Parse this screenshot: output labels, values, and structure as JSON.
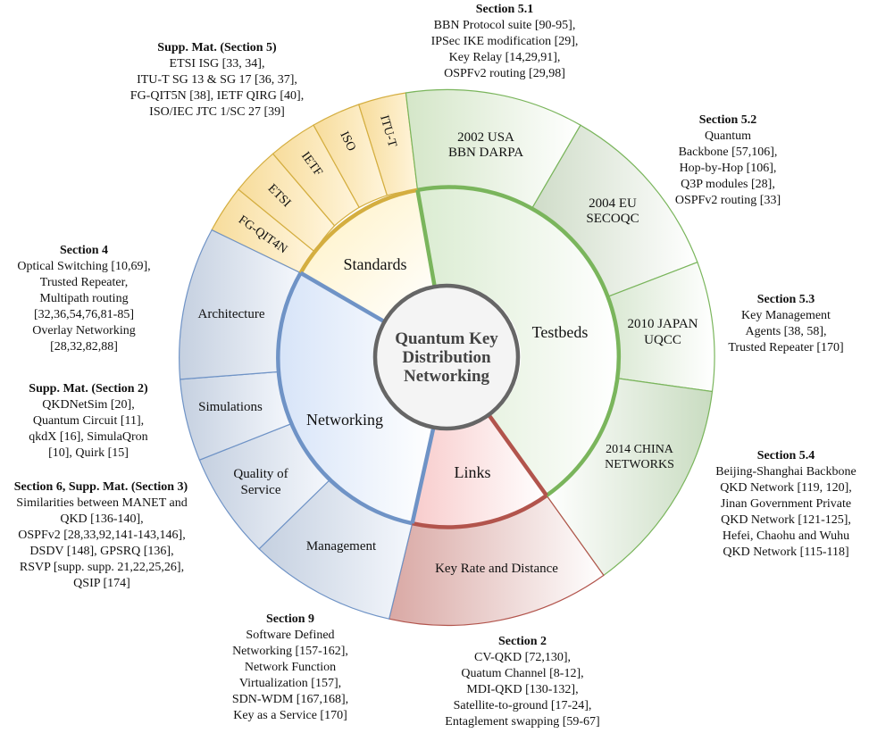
{
  "center": {
    "title_lines": [
      "Quantum Key",
      "Distribution",
      "Networking"
    ]
  },
  "categories": {
    "standards": {
      "label": "Standards",
      "color": "#d4ae40",
      "light": "#fff9db"
    },
    "testbeds": {
      "label": "Testbeds",
      "color": "#7ab55c",
      "light": "#e4f1dc"
    },
    "links": {
      "label": "Links",
      "color": "#b2544c",
      "light": "#f9d6d6"
    },
    "networking": {
      "label": "Networking",
      "color": "#6f93c6",
      "light": "#dde8f8"
    }
  },
  "segments": {
    "standards": [
      {
        "lines": [
          "FG-QIT4N"
        ]
      },
      {
        "lines": [
          "ETSI"
        ]
      },
      {
        "lines": [
          "IETF"
        ]
      },
      {
        "lines": [
          "ISO"
        ]
      },
      {
        "lines": [
          "ITU-T"
        ]
      }
    ],
    "testbeds": [
      {
        "lines": [
          "2002 USA",
          "BBN DARPA"
        ]
      },
      {
        "lines": [
          "2004 EU",
          "SECOQC"
        ]
      },
      {
        "lines": [
          "2010 JAPAN",
          "UQCC"
        ]
      },
      {
        "lines": [
          "2014 CHINA",
          "NETWORKS"
        ]
      }
    ],
    "links": [
      {
        "lines": [
          "Key Rate and Distance"
        ]
      }
    ],
    "networking": [
      {
        "lines": [
          "Management"
        ]
      },
      {
        "lines": [
          "Quality of",
          "Service"
        ]
      },
      {
        "lines": [
          "Simulations"
        ]
      },
      {
        "lines": [
          "Architecture"
        ]
      }
    ]
  },
  "annotations": {
    "section_5_1": {
      "heading": "Section 5.1",
      "lines": [
        "BBN Protocol suite [90-95],",
        "IPSec IKE modification [29],",
        "Key Relay [14,29,91],",
        "OSPFv2 routing [29,98]"
      ]
    },
    "supp_mat_5": {
      "heading": "Supp. Mat. (Section 5)",
      "lines": [
        "ETSI ISG [33, 34],",
        "ITU-T SG 13 & SG 17 [36, 37],",
        "FG-QIT5N [38], IETF QIRG [40],",
        "ISO/IEC JTC 1/SC 27 [39]"
      ]
    },
    "section_5_2": {
      "heading": "Section 5.2",
      "lines": [
        "Quantum",
        "Backbone [57,106],",
        "Hop-by-Hop [106],",
        "Q3P modules [28],",
        "OSPFv2 routing [33]"
      ]
    },
    "section_5_3": {
      "heading": "Section 5.3",
      "lines": [
        "Key Management",
        "Agents [38, 58],",
        "Trusted Repeater [170]"
      ]
    },
    "section_5_4": {
      "heading": "Section 5.4",
      "lines": [
        "Beijing-Shanghai Backbone",
        "QKD Network [119, 120],",
        "Jinan Government Private",
        "QKD Network [121-125],",
        "Hefei, Chaohu and Wuhu",
        "QKD Network [115-118]"
      ]
    },
    "section_4": {
      "heading": "Section 4",
      "lines": [
        "Optical Switching [10,69],",
        "Trusted Repeater,",
        "Multipath routing",
        "[32,36,54,76,81-85]",
        "Overlay Networking",
        "[28,32,82,88]"
      ]
    },
    "supp_mat_2": {
      "heading": "Supp. Mat. (Section 2)",
      "lines": [
        "QKDNetSim [20],",
        "Quantum Circuit [11],",
        "qkdX [16], SimulaQron",
        "[10], Quirk [15]"
      ]
    },
    "section_6": {
      "heading": "Section 6, Supp. Mat. (Section 3)",
      "lines": [
        "Similarities between MANET and",
        "QKD [136-140],",
        "OSPFv2 [28,33,92,141-143,146],",
        "DSDV [148], GPSRQ [136],",
        "RSVP [supp. supp. 21,22,25,26],",
        "QSIP [174]"
      ]
    },
    "section_9": {
      "heading": "Section 9",
      "lines": [
        "Software Defined",
        "Networking [157-162],",
        "Network Function",
        "Virtualization [157],",
        "SDN-WDM [167,168],",
        "Key as a Service [170]"
      ]
    },
    "section_2": {
      "heading": "Section 2",
      "lines": [
        "CV-QKD [72,130],",
        "Quatum Channel [8-12],",
        "MDI-QKD [130-132],",
        "Satellite-to-ground [17-24],",
        "Entaglement swapping [59-67]"
      ]
    }
  }
}
